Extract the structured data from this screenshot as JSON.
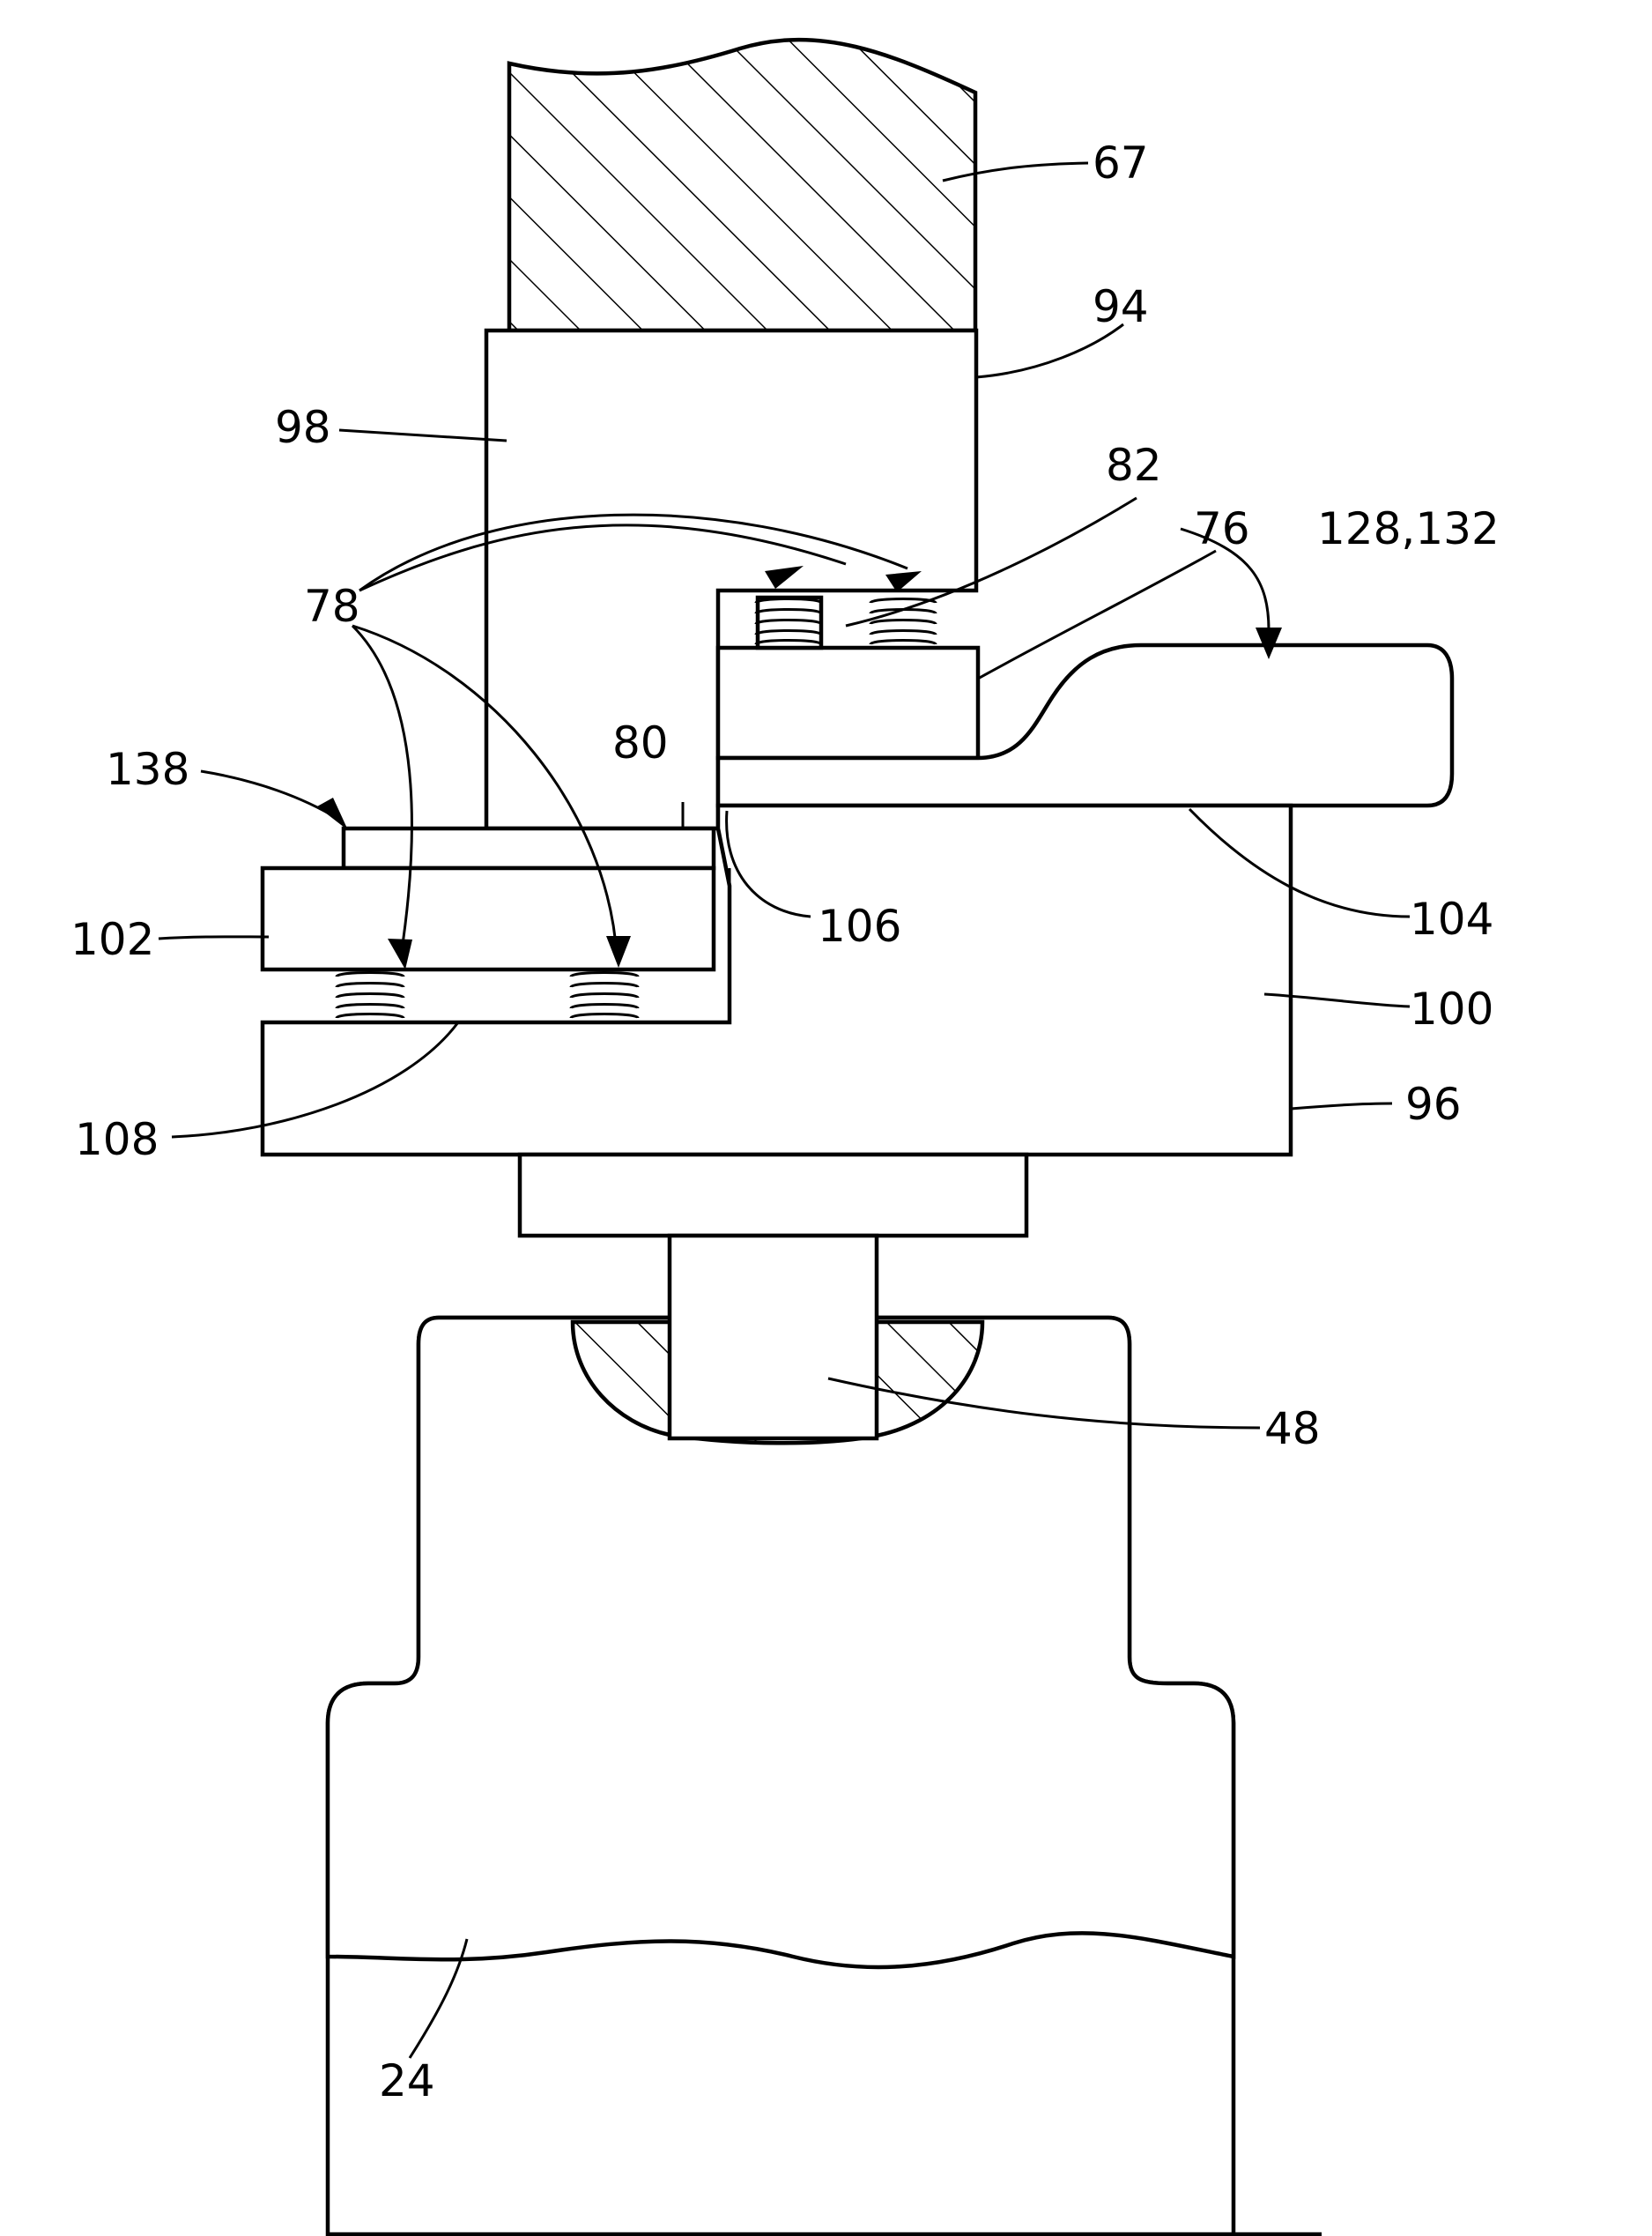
{
  "labels": {
    "n67": "67",
    "n94": "94",
    "n98": "98",
    "n82": "82",
    "n76": "76",
    "n128_132": "128,132",
    "n78": "78",
    "n80": "80",
    "n138": "138",
    "n102": "102",
    "n106": "106",
    "n104": "104",
    "n100": "100",
    "n108": "108",
    "n96": "96",
    "n48": "48",
    "n24": "24"
  },
  "colors": {
    "ink": "#000000",
    "paper": "#ffffff"
  }
}
